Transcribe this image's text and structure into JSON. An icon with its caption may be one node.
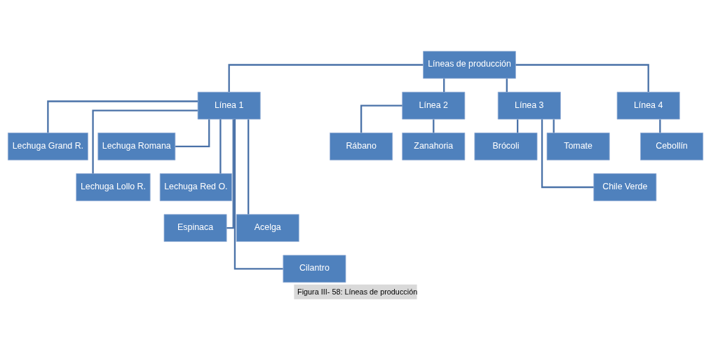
{
  "diagram": {
    "caption": "Figura III- 58: Líneas de producción",
    "nodes": [
      {
        "text": [
          "Líneas de producción"
        ]
      },
      {
        "text": [
          "Línea 1"
        ]
      },
      {
        "text": [
          "Línea 2"
        ]
      },
      {
        "text": [
          "Línea 3"
        ]
      },
      {
        "text": [
          "Línea 4"
        ]
      },
      {
        "text": [
          "Lechuga Grand R."
        ]
      },
      {
        "text": [
          "Lechuga Romana"
        ]
      },
      {
        "text": [
          "Lechuga Lollo R."
        ]
      },
      {
        "text": [
          "Lechuga Red O."
        ]
      },
      {
        "text": [
          "Espinaca"
        ]
      },
      {
        "text": [
          "Acelga"
        ]
      },
      {
        "text": [
          "Cilantro"
        ]
      },
      {
        "text": [
          "Rábano"
        ]
      },
      {
        "text": [
          "Zanahoria"
        ]
      },
      {
        "text": [
          "Brócoli"
        ]
      },
      {
        "text": [
          "Tomate"
        ]
      },
      {
        "text": [
          "Chile Verde"
        ]
      },
      {
        "text": [
          "Cebollín"
        ]
      }
    ],
    "edges": [
      {
        "from": 0,
        "to": 1,
        "arrow": "none"
      },
      {
        "from": 0,
        "to": 2,
        "arrow": "none"
      },
      {
        "from": 0,
        "to": 3,
        "arrow": "none"
      },
      {
        "from": 0,
        "to": 4,
        "arrow": "none"
      },
      {
        "from": 1,
        "to": 5,
        "arrow": "none"
      },
      {
        "from": 1,
        "to": 6,
        "arrow": "none"
      },
      {
        "from": 1,
        "to": 7,
        "arrow": "none"
      },
      {
        "from": 1,
        "to": 8,
        "arrow": "none"
      },
      {
        "from": 1,
        "to": 9,
        "arrow": "none"
      },
      {
        "from": 1,
        "to": 10,
        "arrow": "none"
      },
      {
        "from": 1,
        "to": 11,
        "arrow": "none"
      },
      {
        "from": 2,
        "to": 12,
        "arrow": "none"
      },
      {
        "from": 2,
        "to": 13,
        "arrow": "none"
      },
      {
        "from": 3,
        "to": 14,
        "arrow": "none"
      },
      {
        "from": 3,
        "to": 15,
        "arrow": "none"
      },
      {
        "from": 3,
        "to": 16,
        "arrow": "none"
      },
      {
        "from": 4,
        "to": 17,
        "arrow": "none"
      }
    ]
  }
}
